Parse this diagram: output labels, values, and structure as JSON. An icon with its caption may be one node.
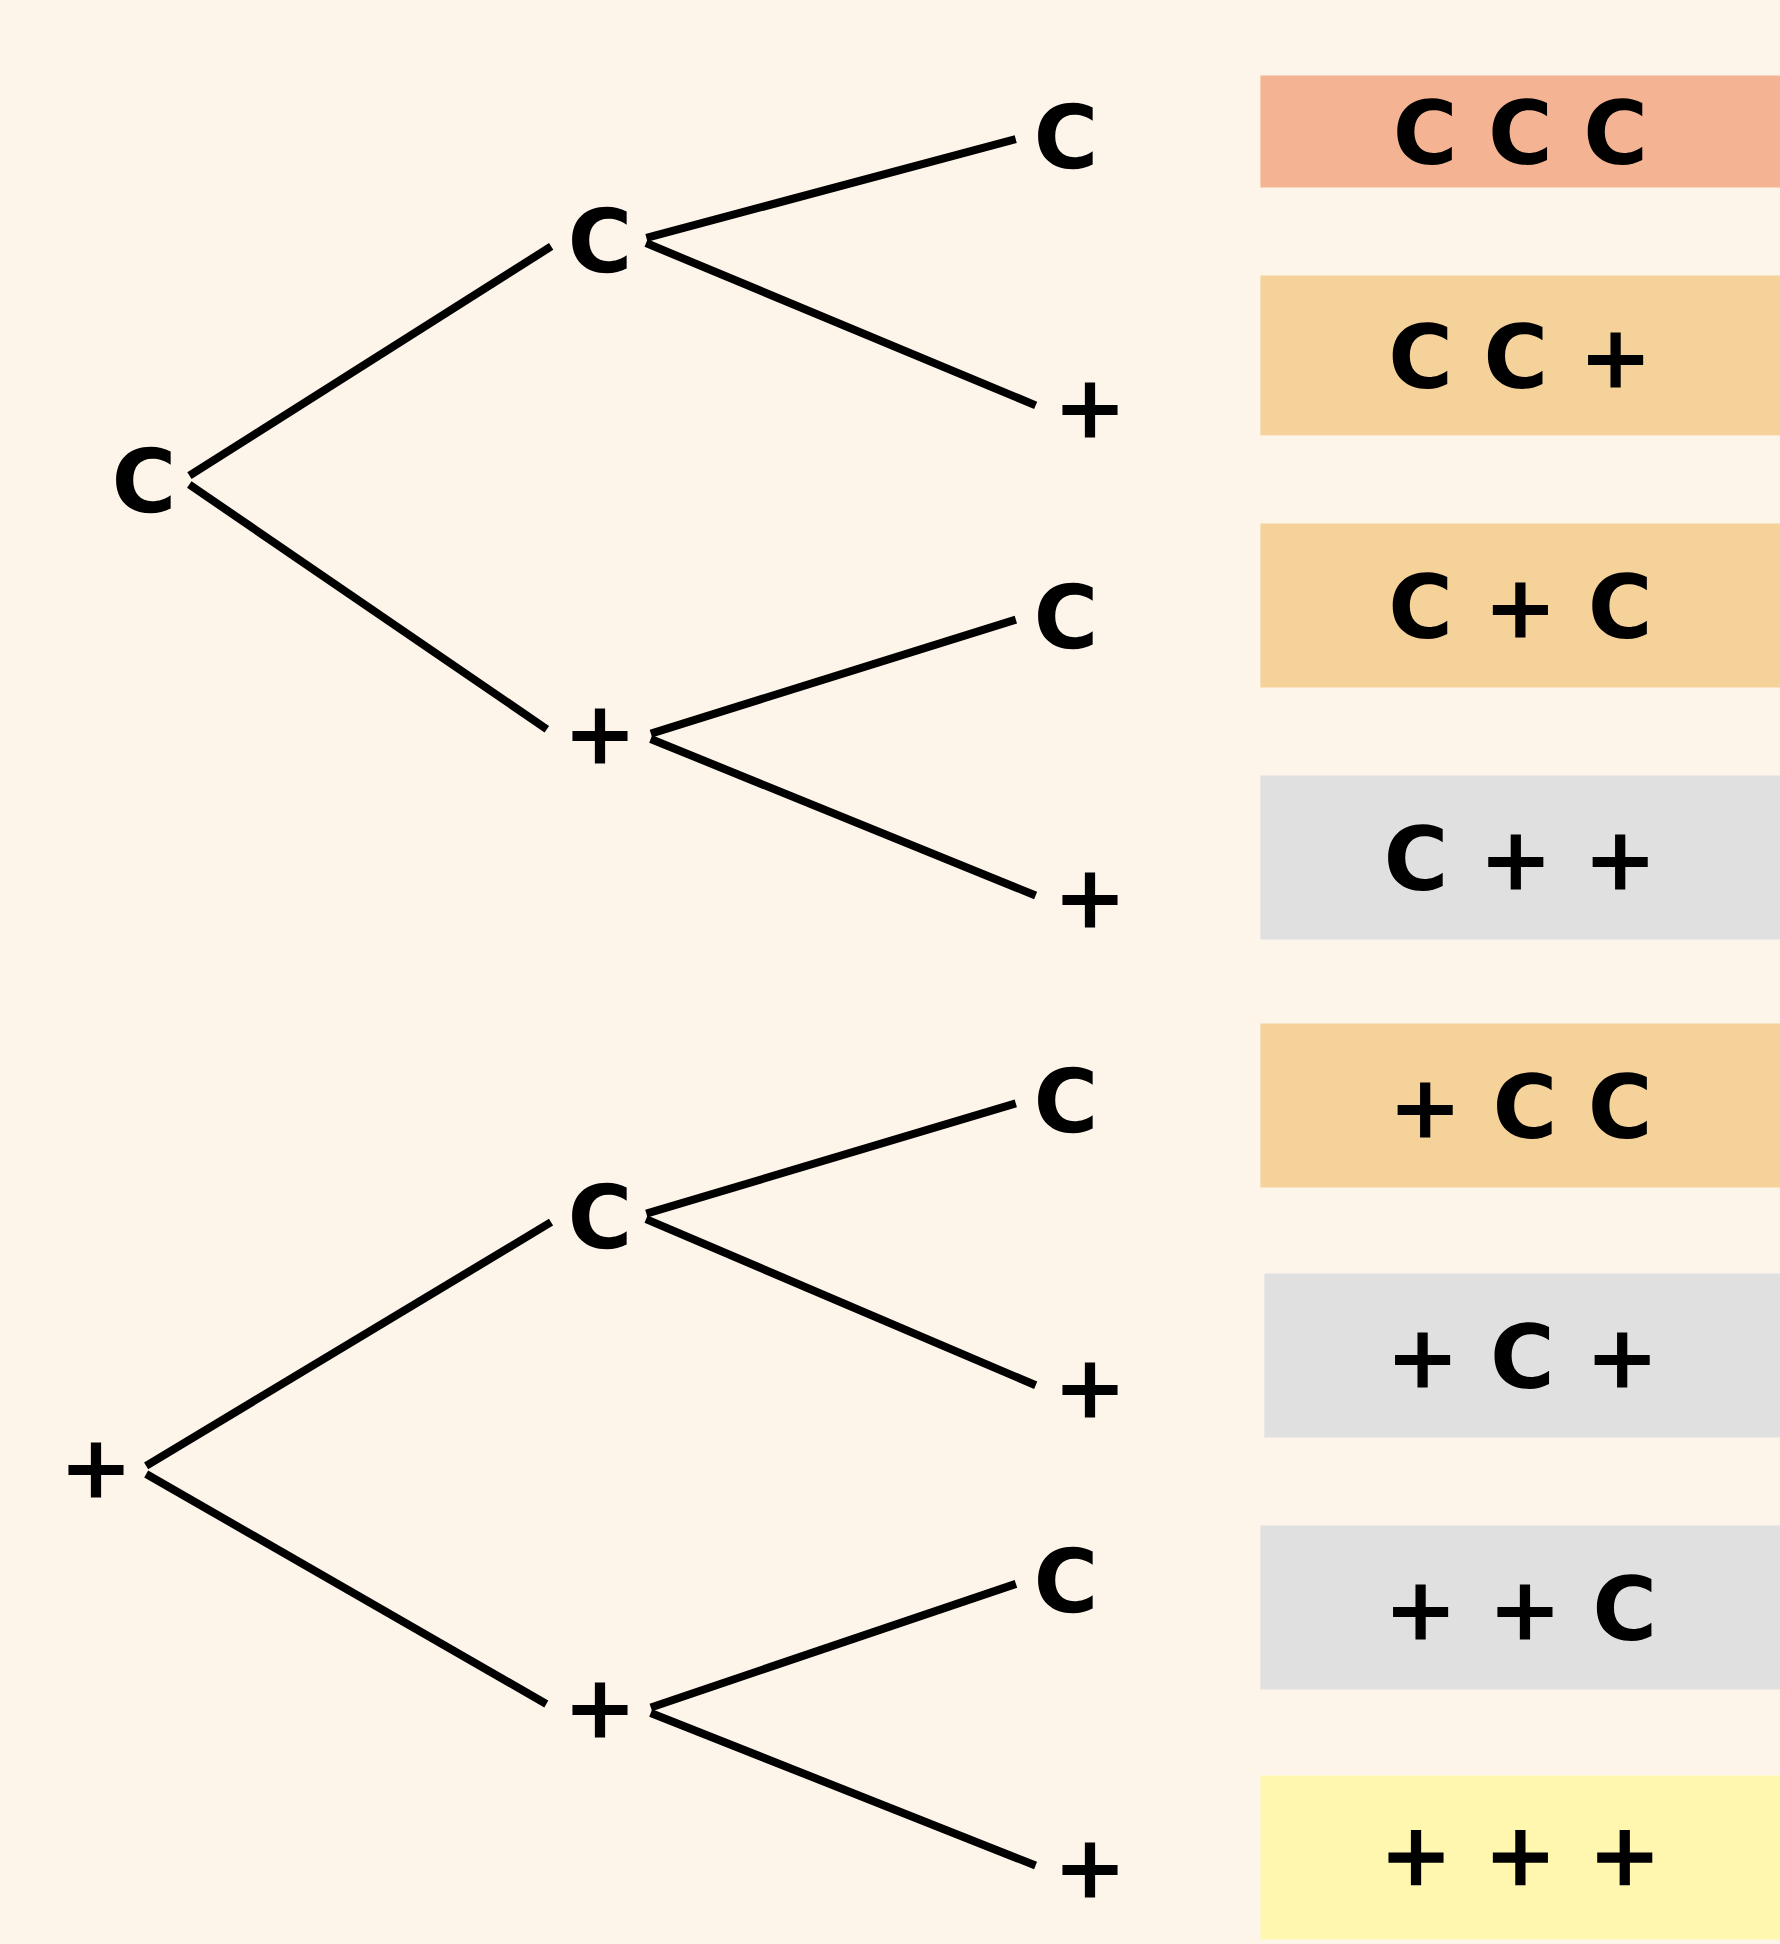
{
  "diagram": {
    "nodes": [
      {
        "text": [
          "C"
        ]
      },
      {
        "text": [
          "C"
        ]
      },
      {
        "text": [
          "+"
        ]
      },
      {
        "text": [
          "C"
        ]
      },
      {
        "text": [
          "+"
        ]
      },
      {
        "text": [
          "C"
        ]
      },
      {
        "text": [
          "+"
        ]
      },
      {
        "text": [
          "+"
        ]
      },
      {
        "text": [
          "C"
        ]
      },
      {
        "text": [
          "+"
        ]
      },
      {
        "text": [
          "C"
        ]
      },
      {
        "text": [
          "+"
        ]
      },
      {
        "text": [
          "C"
        ]
      },
      {
        "text": [
          "+"
        ]
      },
      {
        "text": [
          "C C C"
        ]
      },
      {
        "text": [
          "C C +"
        ]
      },
      {
        "text": [
          "C + C"
        ]
      },
      {
        "text": [
          "C + +"
        ]
      },
      {
        "text": [
          "+ C C"
        ]
      },
      {
        "text": [
          "+ C +"
        ]
      },
      {
        "text": [
          "+ + C"
        ]
      },
      {
        "text": [
          "+ + +"
        ]
      }
    ],
    "edges": [
      {
        "from": 0,
        "to": 1,
        "arrow": "none"
      },
      {
        "from": 0,
        "to": 2,
        "arrow": "none"
      },
      {
        "from": 1,
        "to": 3,
        "arrow": "none"
      },
      {
        "from": 1,
        "to": 4,
        "arrow": "none"
      },
      {
        "from": 2,
        "to": 5,
        "arrow": "none"
      },
      {
        "from": 2,
        "to": 6,
        "arrow": "none"
      },
      {
        "from": 7,
        "to": 8,
        "arrow": "none"
      },
      {
        "from": 7,
        "to": 9,
        "arrow": "none"
      },
      {
        "from": 8,
        "to": 10,
        "arrow": "none"
      },
      {
        "from": 8,
        "to": 11,
        "arrow": "none"
      },
      {
        "from": 9,
        "to": 12,
        "arrow": "none"
      },
      {
        "from": 9,
        "to": 13,
        "arrow": "none"
      }
    ]
  }
}
